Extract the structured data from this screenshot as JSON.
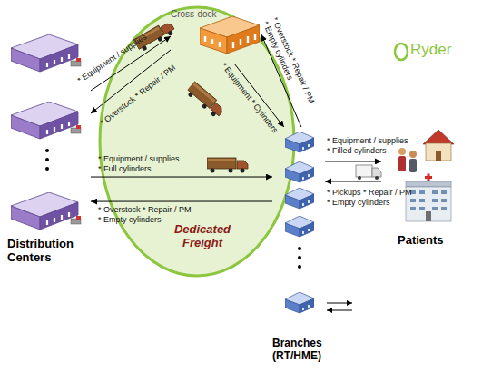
{
  "diagram": {
    "nodes": [
      {
        "text": [
          "Dedicated Freight"
        ]
      },
      {
        "text": [
          "Cross-dock"
        ],
        "in": 0
      },
      {
        "text": [
          "Distribution Centers"
        ]
      },
      {
        "text": [
          "Branches (RT/HME)"
        ]
      },
      {
        "text": [
          "Patients"
        ]
      }
    ],
    "edges": [
      {
        "from": 2,
        "to": 1,
        "label": "* Equipment / supplies",
        "arrow": "to"
      },
      {
        "from": 1,
        "to": 2,
        "label": "* Overstock * Repair / PM",
        "arrow": "to"
      },
      {
        "from": 3,
        "to": 1,
        "label": "* Overstock * Repair / PM * Empty cylinders",
        "arrow": "to"
      },
      {
        "from": 1,
        "to": 3,
        "label": "* Equipment * Cylinders",
        "arrow": "to"
      },
      {
        "from": 2,
        "to": 3,
        "label": "* Equipment / supplies * Full cylinders",
        "arrow": "to"
      },
      {
        "from": 3,
        "to": 2,
        "label": "* Overstock * Repair / PM * Empty cylinders",
        "arrow": "to"
      },
      {
        "from": 3,
        "to": 4,
        "label": "* Equipment / supplies * Filled cylinders",
        "arrow": "to"
      },
      {
        "from": 4,
        "to": 3,
        "label": "* Pickups * Repair / PM * Empty cylinders",
        "arrow": "to"
      }
    ],
    "legend": [
      {
        "text": "Ryder"
      }
    ]
  }
}
